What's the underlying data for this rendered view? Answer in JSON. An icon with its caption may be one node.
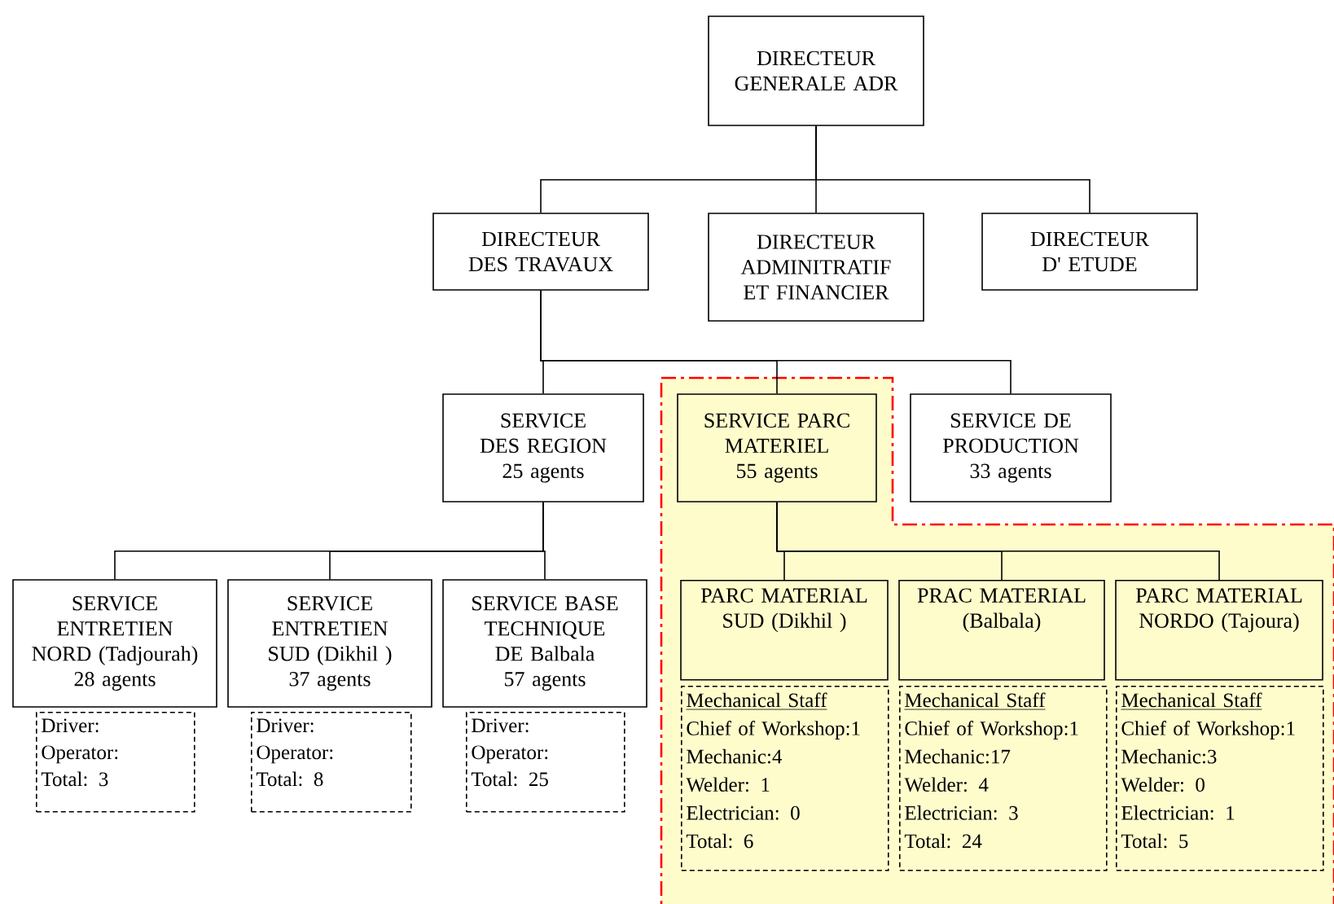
{
  "diagram": {
    "nodes": [
      {
        "text": [
          "DIRECTEUR GENERALE ADR"
        ]
      },
      {
        "text": [
          "DIRECTEUR DES TRAVAUX"
        ]
      },
      {
        "text": [
          "DIRECTEUR ADMINITRATIF ET FINANCIER"
        ]
      },
      {
        "text": [
          "DIRECTEUR D' ETUDE"
        ]
      },
      {
        "text": [
          "SERVICE DES REGION",
          "25 agents"
        ]
      },
      {
        "text": [
          "SERVICE PARC MATERIEL",
          "55 agents"
        ]
      },
      {
        "text": [
          "SERVICE DE PRODUCTION",
          "33 agents"
        ]
      },
      {
        "text": [
          "SERVICE ENTRETIEN NORD (Tadjourah)",
          "28 agents"
        ]
      },
      {
        "text": [
          "SERVICE ENTRETIEN SUD (Dikhil )",
          "37 agents"
        ]
      },
      {
        "text": [
          "SERVICE BASE TECHNIQUE DE Balbala",
          "57 agents"
        ]
      },
      {
        "text": [
          "Driver:",
          "Operator:",
          "Total: 3"
        ]
      },
      {
        "text": [
          "Driver:",
          "Operator:",
          "Total: 8"
        ]
      },
      {
        "text": [
          "Driver:",
          "Operator:",
          "Total: 25"
        ]
      },
      {
        "text": [
          "PARC MATERIAL SUD (Dikhil )"
        ]
      },
      {
        "text": [
          "PRAC MATERIAL (Balbala)"
        ]
      },
      {
        "text": [
          "PARC MATERIAL NORDO (Tajoura)"
        ]
      },
      {
        "text": [
          "Mechanical Staff",
          "Chief of Workshop:1",
          "Mechanic:4",
          "Welder: 1",
          "Electrician: 0",
          "Total: 6"
        ]
      },
      {
        "text": [
          "Mechanical Staff",
          "Chief of Workshop:1",
          "Mechanic:17",
          "Welder: 4",
          "Electrician: 3",
          "Total: 24"
        ]
      },
      {
        "text": [
          "Mechanical Staff",
          "Chief of Workshop:1",
          "Mechanic:3",
          "Welder: 0",
          "Electrician: 1",
          "Total: 5"
        ]
      }
    ],
    "edges": [
      {
        "from": 0,
        "to": 1,
        "arrow": "none"
      },
      {
        "from": 0,
        "to": 2,
        "arrow": "none"
      },
      {
        "from": 0,
        "to": 3,
        "arrow": "none"
      },
      {
        "from": 1,
        "to": 4,
        "arrow": "none"
      },
      {
        "from": 1,
        "to": 5,
        "arrow": "none"
      },
      {
        "from": 1,
        "to": 6,
        "arrow": "none"
      },
      {
        "from": 4,
        "to": 7,
        "arrow": "none"
      },
      {
        "from": 4,
        "to": 8,
        "arrow": "none"
      },
      {
        "from": 4,
        "to": 9,
        "arrow": "none"
      },
      {
        "from": 5,
        "to": 13,
        "arrow": "none"
      },
      {
        "from": 5,
        "to": 14,
        "arrow": "none"
      },
      {
        "from": 5,
        "to": 15,
        "arrow": "none"
      }
    ]
  }
}
